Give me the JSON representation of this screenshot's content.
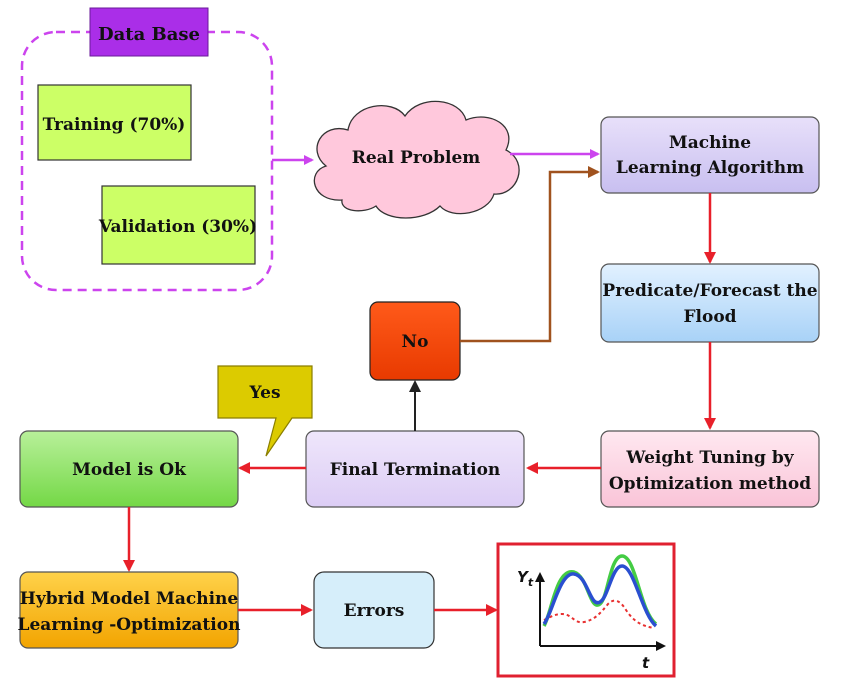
{
  "database": {
    "title": "Data Base",
    "training": "Training (70%)",
    "validation": "Validation (30%)"
  },
  "nodes": {
    "real_problem": "Real Problem",
    "ml_algorithm": [
      "Machine",
      "Learning Algorithm"
    ],
    "predicate": [
      "Predicate/Forecast the",
      "Flood"
    ],
    "weight_tuning": [
      "Weight Tuning by",
      "Optimization method"
    ],
    "final_termination": "Final Termination",
    "no": "No",
    "yes": "Yes",
    "model_ok": "Model is Ok",
    "hybrid": [
      "Hybrid Model Machine",
      "Learning -Optimization"
    ],
    "errors": "Errors"
  },
  "chart": {
    "ylabel": "Y",
    "ylabel_sub": "t",
    "xlabel": "t"
  },
  "colors": {
    "purple_arrow": "#cc44ee",
    "red_arrow": "#e8202a",
    "brown_arrow": "#a0521e",
    "lime": "#ccff66",
    "cloud": "#ffc8dc"
  }
}
